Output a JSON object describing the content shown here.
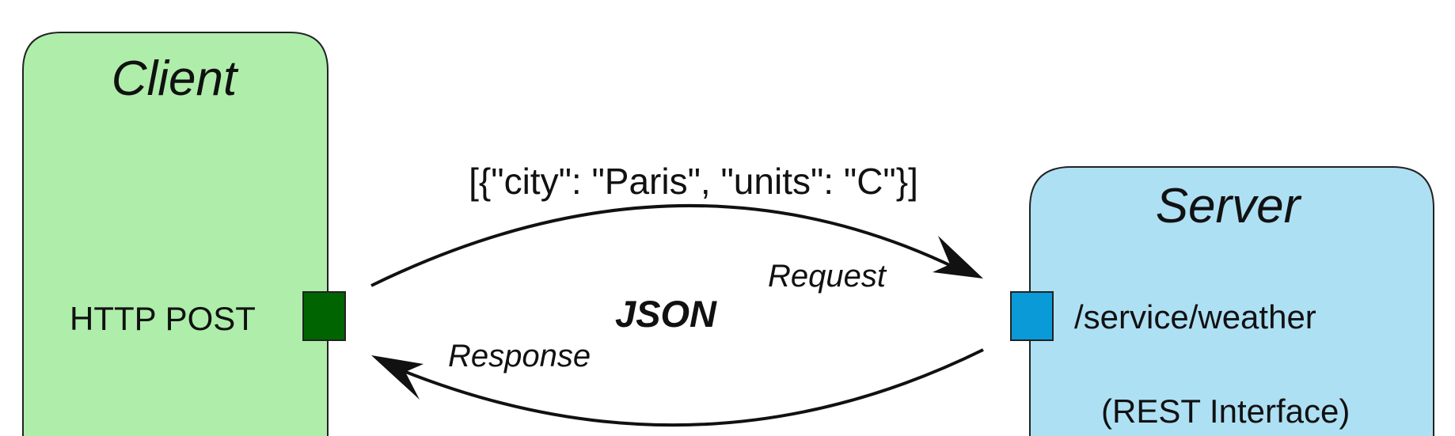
{
  "client": {
    "title": "Client",
    "port_label": "HTTP POST"
  },
  "server": {
    "title": "Server",
    "endpoint": "/service/weather",
    "note": "(REST Interface)"
  },
  "exchange": {
    "payload": "[{\"city\": \"Paris\", \"units\": \"C\"}]",
    "format": "JSON",
    "request_label": "Request",
    "response_label": "Response"
  },
  "colors": {
    "client_fill": "#aeeeaa",
    "server_fill": "#aee0f4",
    "client_port": "#006400",
    "server_port": "#0a9ad8"
  }
}
